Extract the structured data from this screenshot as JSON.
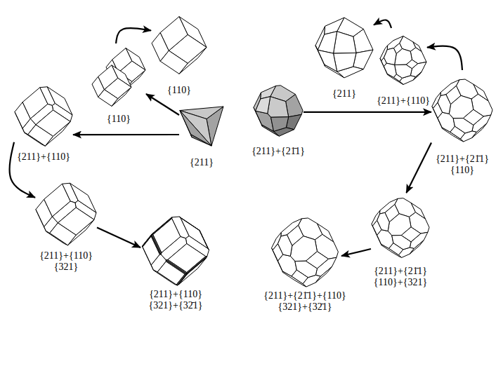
{
  "diagram": {
    "nodes": [
      {
        "text": [
          "{110}"
        ]
      },
      {
        "text": [
          "{110}"
        ]
      },
      {
        "text": [
          "{211}"
        ]
      },
      {
        "text": [
          "{211}+{110}"
        ]
      },
      {
        "text": [
          "{211}+{110}"
        ]
      },
      {
        "text": [
          "{211}"
        ]
      },
      {
        "text": [
          "{211}+{21̄1}"
        ]
      },
      {
        "text": [
          "{211}+{21̄1} {110}"
        ]
      },
      {
        "text": [
          "{211}+{110} {321}"
        ]
      },
      {
        "text": [
          "{211}+{21̄1} {110}+{321}"
        ]
      },
      {
        "text": [
          "{211}+{110} {321}+{32̄1}"
        ]
      },
      {
        "text": [
          "{211}+{21̄1}+{110} {321}+{32̄1}"
        ]
      }
    ],
    "edges": [
      {
        "from": 5,
        "to": 0,
        "arrow": "to"
      },
      {
        "from": 5,
        "to": 4,
        "arrow": "to"
      },
      {
        "from": 0,
        "to": 1,
        "arrow": "to"
      },
      {
        "from": 4,
        "to": 8,
        "arrow": "to"
      },
      {
        "from": 8,
        "to": 10,
        "arrow": "to"
      },
      {
        "from": 6,
        "to": 7,
        "arrow": "to"
      },
      {
        "from": 7,
        "to": 3,
        "arrow": "to"
      },
      {
        "from": 3,
        "to": 2,
        "arrow": "to"
      },
      {
        "from": 7,
        "to": 9,
        "arrow": "to"
      },
      {
        "from": 9,
        "to": 11,
        "arrow": "to"
      }
    ]
  }
}
